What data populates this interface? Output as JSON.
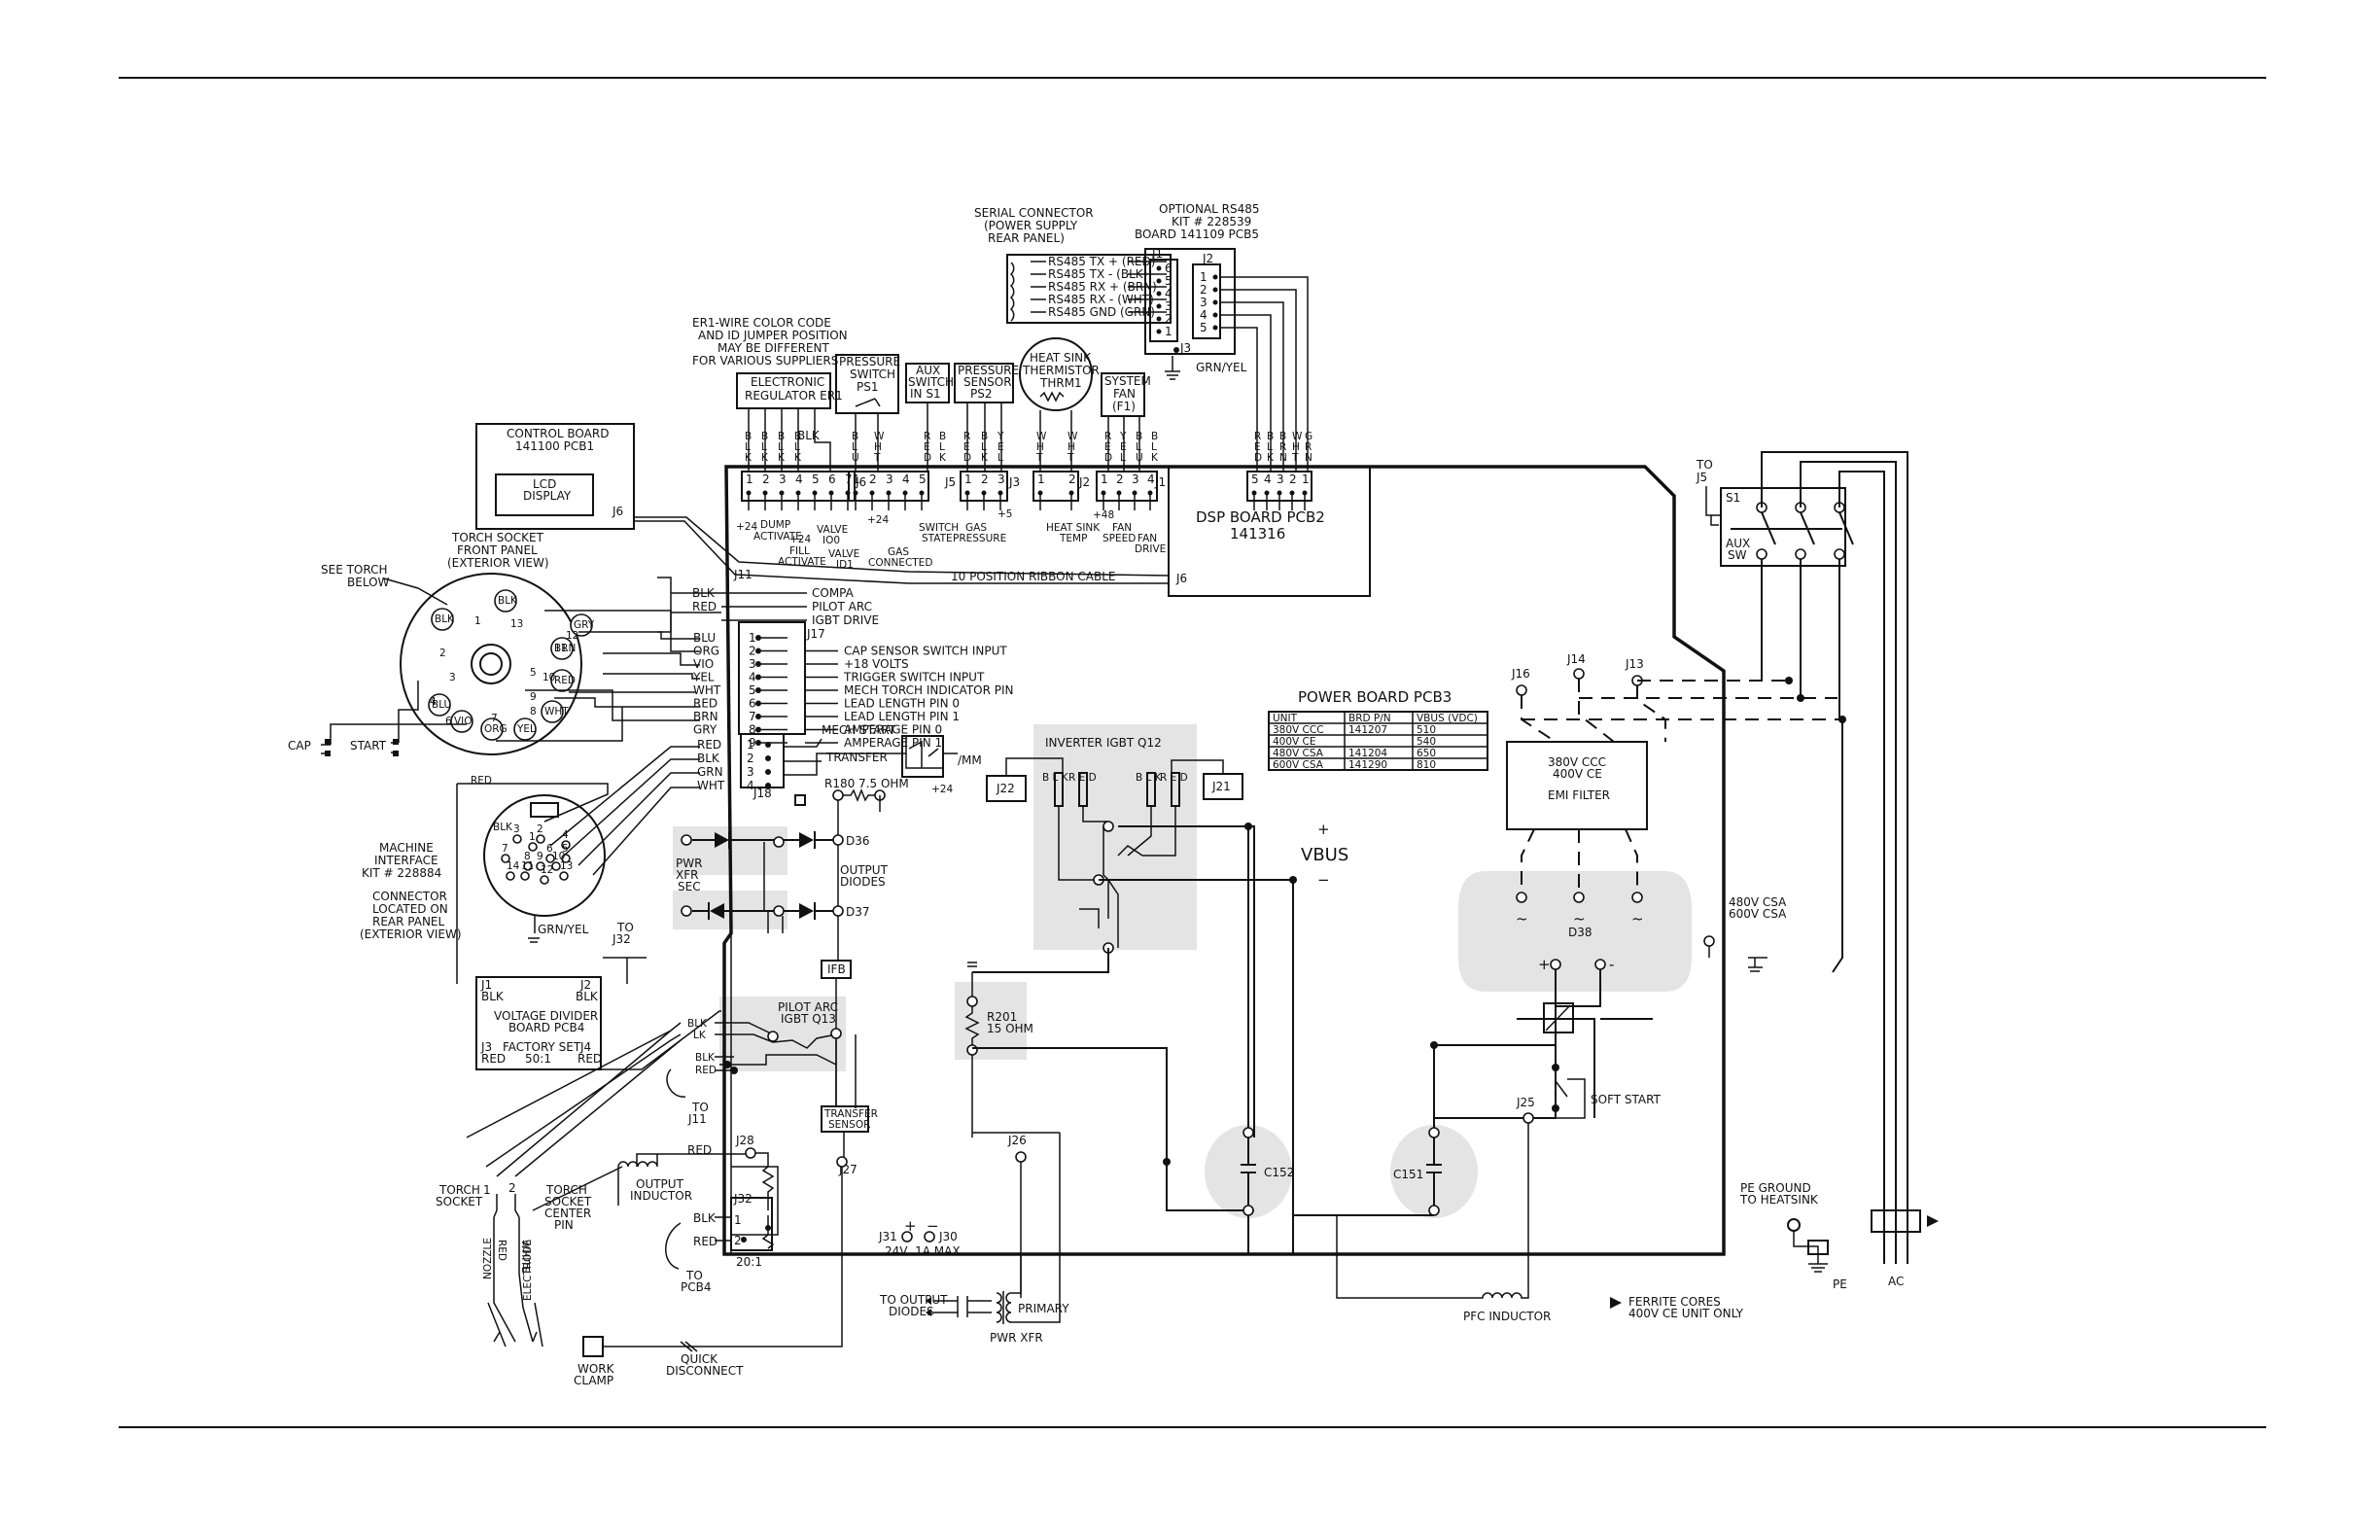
{
  "serial": {
    "title1": "SERIAL CONNECTOR",
    "title2": "(POWER SUPPLY",
    "title3": "REAR PANEL)",
    "lines": [
      "RS485 TX + (RED)",
      "RS485 TX - (BLK)",
      "RS485 RX + (BRN)",
      "RS485 RX - (WHT)",
      "RS485 GND (GRN)"
    ]
  },
  "rs485": {
    "title1": "OPTIONAL RS485",
    "title2": "KIT # 228539",
    "title3": "BOARD 141109 PCB5",
    "j1": "J1",
    "j2": "J2",
    "j3": "J3",
    "grnyel": "GRN/YEL",
    "j1pins": [
      "6",
      "5",
      "4",
      "3",
      "2",
      "1"
    ],
    "j2pins": [
      "1",
      "2",
      "3",
      "4",
      "5"
    ]
  },
  "er1_note": [
    "ER1-WIRE COLOR CODE",
    "AND ID JUMPER POSITION",
    "MAY BE DIFFERENT",
    "FOR VARIOUS SUPPLIERS"
  ],
  "sensors": {
    "er1": [
      "ELECTRONIC",
      "REGULATOR ER1"
    ],
    "ps1": [
      "PRESSURE",
      "SWITCH",
      "PS1"
    ],
    "s1": [
      "AUX",
      "SWITCH",
      "IN S1"
    ],
    "ps2": [
      "PRESSURE",
      "SENSOR",
      "PS2"
    ],
    "thrm": [
      "HEAT SINK",
      "THERMISTOR",
      "THRM1"
    ],
    "fan": [
      "SYSTEM",
      "FAN",
      "(F1)"
    ]
  },
  "wire_colors": {
    "j6": [
      "B\nL\nK",
      "B\nL\nK",
      "B\nL\nK",
      "B\nL\nK"
    ],
    "blk_top": "BLK",
    "j5": [
      "B\nL\nU",
      "W\nH\nT",
      "R\nE\nD",
      "B\nL\nK"
    ],
    "j3": [
      "R\nE\nD",
      "B\nL\nK",
      "Y\nE\nL"
    ],
    "j2": [
      "W\nH\nT",
      "W\nH\nT"
    ],
    "j1": [
      "R\nE\nD",
      "Y\nE\nL",
      "B\nL\nU",
      "B\nL\nK"
    ],
    "rs": [
      "R\nE\nD",
      "B\nL\nK",
      "B\nR\nN",
      "W\nH\nT",
      "G\nR\nN"
    ]
  },
  "dsp": {
    "title1": "DSP BOARD PCB2",
    "title2": "141316",
    "ribbon": "10 POSITION RIBBON CABLE",
    "j6": "J6",
    "jlabels": {
      "j6": "J6",
      "j5": "J5",
      "j3": "J3",
      "j2": "J2",
      "j1": "J1",
      "j11": "J11",
      "j17": "J17",
      "j18": "J18"
    },
    "pin_groups": {
      "j6": [
        "1",
        "2",
        "3",
        "4",
        "5",
        "6",
        "7"
      ],
      "j5": [
        "1",
        "2",
        "3",
        "4",
        "5"
      ],
      "j3": [
        "1",
        "2",
        "3"
      ],
      "j2": [
        "1",
        "2"
      ],
      "j1": [
        "1",
        "2",
        "3",
        "4"
      ],
      "j7": [
        "5",
        "4",
        "3",
        "2",
        "1"
      ]
    },
    "subs": {
      "p24a": "+24",
      "dump": "DUMP",
      "activate": "ACTIVATE",
      "p24b": "+24",
      "fill": "FILL",
      "fill_act": "ACTIVATE",
      "valve_io0": "VALVE",
      "io0": "IO0",
      "valve_id1": "VALVE",
      "id1": "ID1",
      "p24c": "+24",
      "gas_conn": "GAS",
      "connected": "CONNECTED",
      "switch": "SWITCH",
      "state": "STATE",
      "p5": "+5",
      "gas": "GAS",
      "pressure": "PRESSURE",
      "heatsink": "HEAT SINK",
      "temp": "TEMP",
      "p48": "+48",
      "fan": "FAN",
      "speed": "SPEED",
      "fan2": "FAN",
      "drive": "DRIVE"
    }
  },
  "control_board": {
    "title1": "CONTROL BOARD",
    "title2": "141100 PCB1",
    "lcd1": "LCD",
    "lcd2": "DISPLAY",
    "j6": "J6"
  },
  "torch_socket": {
    "t1": "TORCH SOCKET",
    "t2": "FRONT PANEL",
    "t3": "(EXTERIOR VIEW)",
    "see1": "SEE TORCH",
    "see2": "BELOW",
    "pins": [
      "BLK",
      "BLK",
      "GRY",
      "BRN",
      "RED",
      "WHT",
      "YEL",
      "ORG",
      "VIO",
      "BLU"
    ],
    "nums": [
      "1",
      "2",
      "3",
      "4",
      "5",
      "6",
      "7",
      "8",
      "9",
      "10",
      "11",
      "12",
      "13"
    ],
    "cap": "CAP",
    "start": "START"
  },
  "j11_lines": [
    {
      "c": "BLK",
      "t": "COMPA"
    },
    {
      "c": "RED",
      "t": "PILOT ARC"
    },
    {
      "c": "",
      "t": "IGBT DRIVE"
    }
  ],
  "j17_lines": [
    {
      "c": "BLU",
      "t": ""
    },
    {
      "c": "ORG",
      "t": "CAP SENSOR SWITCH INPUT"
    },
    {
      "c": "VIO",
      "t": "+18 VOLTS"
    },
    {
      "c": "YEL",
      "t": "TRIGGER SWITCH   INPUT"
    },
    {
      "c": "WHT",
      "t": "MECH TORCH INDICATOR PIN"
    },
    {
      "c": "RED",
      "t": "LEAD LENGTH  PIN 0"
    },
    {
      "c": "BRN",
      "t": "LEAD LENGTH  PIN 1"
    },
    {
      "c": "GRY",
      "t": "AMPERAGE  PIN 0"
    },
    {
      "c": "",
      "t": "AMPERAGE  PIN 1"
    }
  ],
  "j17_pins": [
    "1",
    "2",
    "3",
    "4",
    "5",
    "6",
    "7",
    "8",
    "9"
  ],
  "j18": {
    "colors": [
      "RED",
      "BLK",
      "GRN",
      "WHT"
    ],
    "pins": [
      "1",
      "2",
      "3",
      "4"
    ],
    "mech": "MECH START",
    "transfer": "TRANSFER",
    "mm": "/MM",
    "p24": "+24"
  },
  "machine_interface": {
    "t1": "MACHINE",
    "t2": "INTERFACE",
    "t3": "KIT # 228884",
    "t4": "CONNECTOR",
    "t5": "LOCATED ON",
    "t6": "REAR PANEL",
    "t7": "(EXTERIOR VIEW)",
    "red": "RED",
    "blk": "BLK",
    "grnyel": "GRN/YEL",
    "nums": [
      "1",
      "2",
      "3",
      "4",
      "5",
      "6",
      "7",
      "8",
      "9",
      "10",
      "11",
      "12",
      "13",
      "14"
    ]
  },
  "voltage_divider": {
    "j1": "J1",
    "j1c": "BLK",
    "j2": "J2",
    "j2c": "BLK",
    "t1": "VOLTAGE DIVIDER",
    "t2": "BOARD PCB4",
    "j3": "J3",
    "j3c": "RED",
    "fs": "FACTORY SET",
    "ratio": "50:1",
    "j4": "J4",
    "j4c": "RED",
    "to": "TO",
    "to2": "J32"
  },
  "power_board": {
    "title": "POWER BOARD PCB3",
    "headers": [
      "UNIT",
      "BRD P/N",
      "VBUS (VDC)"
    ],
    "rows": [
      [
        "380V  CCC",
        "141207",
        "510"
      ],
      [
        "400V  CE",
        "",
        "540"
      ],
      [
        "480V  CSA",
        "141204",
        "650"
      ],
      [
        "600V  CSA",
        "141290",
        "810"
      ]
    ]
  },
  "inverter": {
    "title": "INVERTER IGBT Q12",
    "j22": "J22",
    "j21": "J21",
    "c1": "B\nL\nK",
    "c2": "R\nE\nD",
    "c3": "B\nL\nK",
    "c4": "R\nE\nD"
  },
  "r180": "R180  7.5 OHM",
  "diodes": {
    "d36": "D36",
    "d37": "D37",
    "out1": "OUTPUT",
    "out2": "DIODES",
    "pwr1": "PWR",
    "pwr2": "XFR",
    "pwr3": "SEC"
  },
  "vbus": {
    "label": "VBUS",
    "plus": "+",
    "minus": "−"
  },
  "pilot": {
    "t1": "PILOT ARC",
    "t2": "IGBT Q13",
    "blk1": "BLK",
    "blk2": "LK",
    "blk3": "BLK",
    "red": "RED",
    "to": "TO",
    "to2": "J11"
  },
  "ifb": "IFB",
  "transfer_sensor": [
    "TRANSFER",
    "SENSOR"
  ],
  "r201": [
    "R201",
    "15 OHM"
  ],
  "caps": {
    "c152": "C152",
    "c151": "C151"
  },
  "emi": {
    "t1": "380V CCC",
    "t2": "400V CE",
    "t3": "EMI FILTER",
    "j16": "J16",
    "j14": "J14",
    "j13": "J13",
    "d38": "D38"
  },
  "aux_sw": {
    "to": "TO",
    "j5": "J5",
    "s1": "S1",
    "aux": "AUX",
    "sw": "SW"
  },
  "csa": [
    "480V CSA",
    "600V CSA"
  ],
  "soft_start": "SOFT START",
  "j25": "J25",
  "bottom": {
    "j28": "J28",
    "j27": "J27",
    "j26": "J26",
    "j32": "J32",
    "red1": "RED",
    "blk": "BLK",
    "red2": "RED",
    "ratio": "20:1",
    "to": "TO",
    "pcb4": "PCB4",
    "out_ind1": "OUTPUT",
    "out_ind2": "INDUCTOR",
    "torch1": "TORCH",
    "torch2": "SOCKET",
    "p1": "1",
    "p2": "2",
    "center1": "TORCH",
    "center2": "SOCKET",
    "center3": "CENTER",
    "center4": "PIN",
    "red_w": "RED",
    "white_w": "WHITE",
    "nozzle": "NOZZLE",
    "electrode": "ELECTRODE",
    "work1": "WORK",
    "work2": "CLAMP",
    "quick1": "QUICK",
    "quick2": "DISCONNECT",
    "j31": "J31",
    "j30": "J30",
    "plus": "+",
    "minus": "−",
    "v24": "24V  .1A  MAX",
    "to_out1": "TO OUTPUT",
    "to_out2": "DIODES",
    "primary": "PRIMARY",
    "pwrxfr": "PWR XFR",
    "pfc": "PFC INDUCTOR",
    "ferrite1": "FERRITE CORES",
    "ferrite2": "400V CE UNIT ONLY",
    "pe1": "PE GROUND",
    "pe2": "TO HEATSINK",
    "pe": "PE",
    "ac": "AC"
  }
}
